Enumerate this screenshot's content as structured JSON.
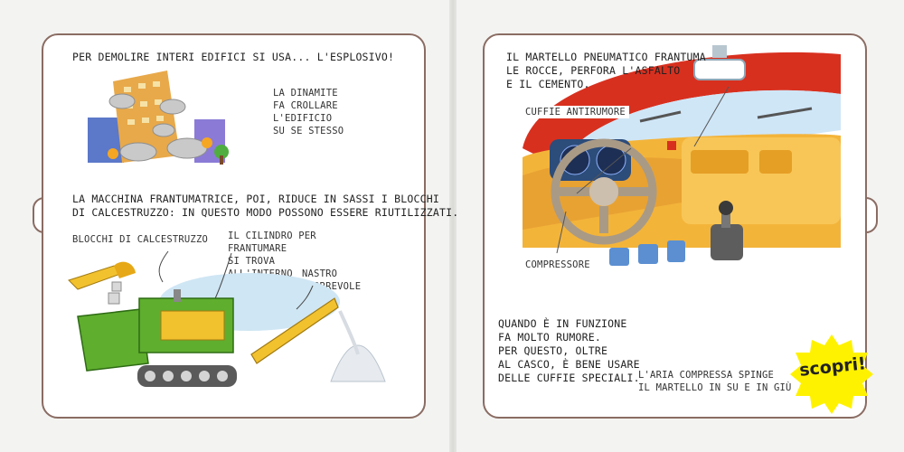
{
  "left_page": {
    "heading": "PER DEMOLIRE INTERI EDIFICI SI USA... L'ESPLOSIVO!",
    "dynamite_caption": "LA DINAMITE\nFA CROLLARE\nL'EDIFICIO\nSU SE STESSO",
    "crusher_text": "LA MACCHINA FRANTUMATRICE, POI, RIDUCE IN SASSI I BLOCCHI\nDI CALCESTRUZZO: IN QUESTO MODO POSSONO ESSERE RIUTILIZZATI.",
    "label_blocks": "BLOCCHI DI CALCESTRUZZO",
    "label_cylinder": "IL CILINDRO PER\nFRANTUMARE\nSI TROVA\nALL'INTERNO",
    "label_belt": "NASTRO\nSCORREVOLE"
  },
  "right_page": {
    "hammer_text": "IL MARTELLO PNEUMATICO FRANTUMA\nLE ROCCE, PERFORA L'ASFALTO\nE IL CEMENTO.",
    "label_headphones": "CUFFIE ANTIRUMORE",
    "label_compressor": "COMPRESSORE",
    "noise_text": "QUANDO È IN FUNZIONE\nFA MOLTO RUMORE.\nPER QUESTO, OLTRE\nAL CASCO, È BENE USARE\nDELLE CUFFIE SPECIALI.",
    "air_text": "L'ARIA COMPRESSA SPINGE\nIL MARTELLO IN SU E IN GIÙ",
    "discover_button": "scopri!"
  },
  "colors": {
    "border": "#8a6c63",
    "machine_green": "#5fae2e",
    "machine_yellow": "#f2c12e",
    "dashboard_orange": "#f3b43a",
    "car_red": "#d8301f",
    "starburst_yellow": "#fff200"
  }
}
